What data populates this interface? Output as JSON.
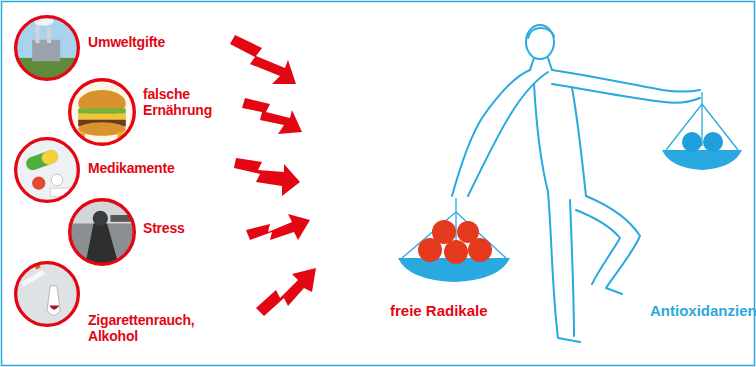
{
  "diagram": {
    "nodes": [
      {
        "text": [
          "Umweltgifte"
        ]
      },
      {
        "text": [
          "falsche Ernährung"
        ]
      },
      {
        "text": [
          "Medikamente"
        ]
      },
      {
        "text": [
          "Stress"
        ]
      },
      {
        "text": [
          "Zigarettenrauch, Alkohol"
        ]
      }
    ],
    "labels": [
      "freie Radikale",
      "Antioxidanzien"
    ]
  }
}
